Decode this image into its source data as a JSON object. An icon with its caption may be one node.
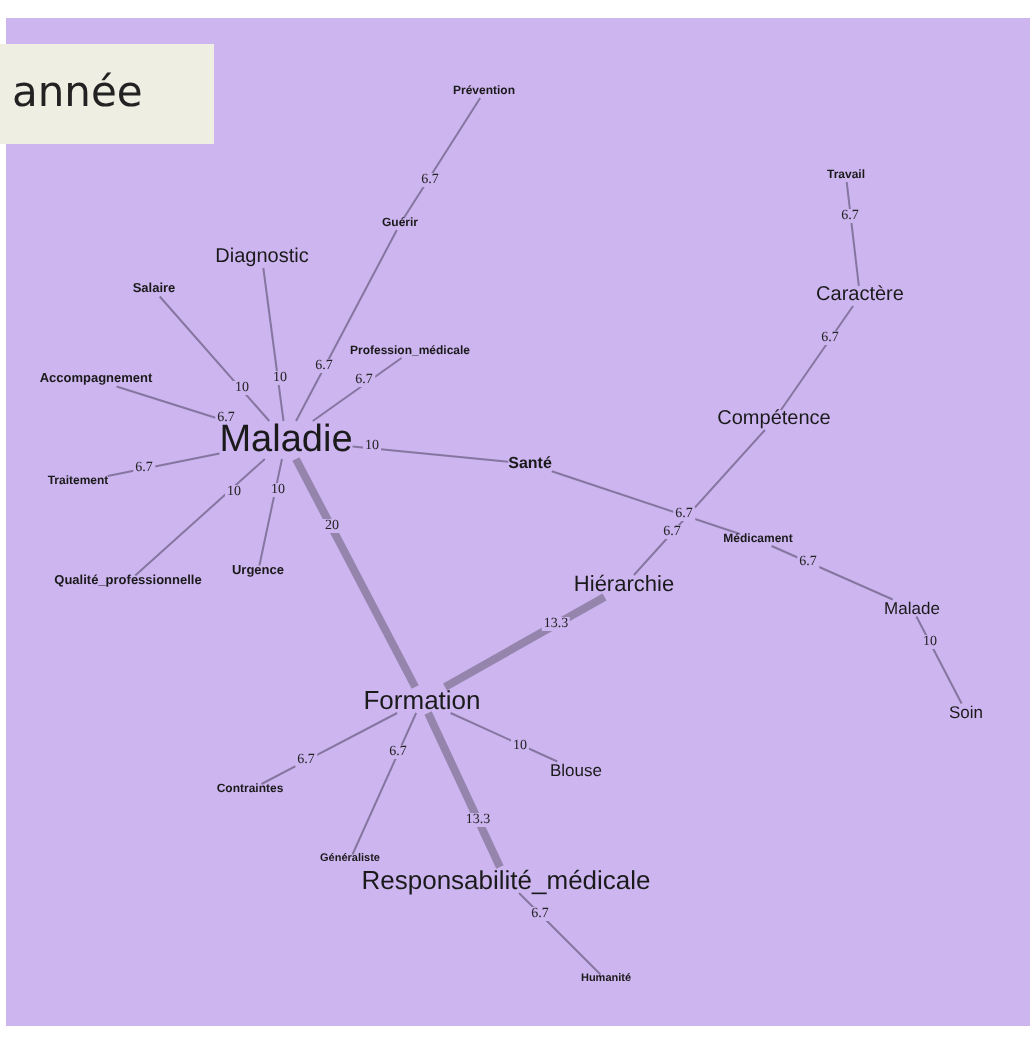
{
  "diagram": {
    "nodes": [
      {
        "text": [
          "Prévention"
        ]
      },
      {
        "text": [
          "Travail"
        ]
      },
      {
        "text": [
          "Guérir"
        ]
      },
      {
        "text": [
          "Diagnostic"
        ]
      },
      {
        "text": [
          "Salaire"
        ]
      },
      {
        "text": [
          "Caractère"
        ]
      },
      {
        "text": [
          "Profession_médicale"
        ]
      },
      {
        "text": [
          "Accompagnement"
        ]
      },
      {
        "text": [
          "Maladie"
        ]
      },
      {
        "text": [
          "Compétence"
        ]
      },
      {
        "text": [
          "Santé"
        ]
      },
      {
        "text": [
          "Traitement"
        ]
      },
      {
        "text": [
          "Médicament"
        ]
      },
      {
        "text": [
          "Urgence"
        ]
      },
      {
        "text": [
          "Qualité_professionnelle"
        ]
      },
      {
        "text": [
          "Hiérarchie"
        ]
      },
      {
        "text": [
          "Malade"
        ]
      },
      {
        "text": [
          "Formation"
        ]
      },
      {
        "text": [
          "Soin"
        ]
      },
      {
        "text": [
          "Blouse"
        ]
      },
      {
        "text": [
          "Contraintes"
        ]
      },
      {
        "text": [
          "Généraliste"
        ]
      },
      {
        "text": [
          "Responsabilité_médicale"
        ]
      },
      {
        "text": [
          "Humanité"
        ]
      }
    ],
    "edges": [
      {
        "from": 8,
        "to": 3,
        "arrow": "none",
        "label": "10"
      },
      {
        "from": 8,
        "to": 4,
        "arrow": "none",
        "label": "10"
      },
      {
        "from": 8,
        "to": 7,
        "arrow": "none",
        "label": "6.7"
      },
      {
        "from": 8,
        "to": 11,
        "arrow": "none",
        "label": "6.7"
      },
      {
        "from": 8,
        "to": 14,
        "arrow": "none",
        "label": "10"
      },
      {
        "from": 8,
        "to": 13,
        "arrow": "none",
        "label": "10"
      },
      {
        "from": 8,
        "to": 2,
        "arrow": "none",
        "label": "6.7"
      },
      {
        "from": 2,
        "to": 0,
        "arrow": "none",
        "label": "6.7"
      },
      {
        "from": 8,
        "to": 6,
        "arrow": "none",
        "label": "6.7"
      },
      {
        "from": 8,
        "to": 10,
        "arrow": "none",
        "label": "10"
      },
      {
        "from": 8,
        "to": 17,
        "arrow": "none",
        "label": "20",
        "style": "thick"
      },
      {
        "from": 10,
        "to": 12,
        "arrow": "none",
        "label": "6.7"
      },
      {
        "from": 12,
        "to": 16,
        "arrow": "none",
        "label": "6.7"
      },
      {
        "from": 16,
        "to": 18,
        "arrow": "none",
        "label": "10"
      },
      {
        "from": 17,
        "to": 15,
        "arrow": "none",
        "label": "13.3",
        "style": "thick"
      },
      {
        "from": 15,
        "to": 9,
        "arrow": "none",
        "label": "6.7"
      },
      {
        "from": 9,
        "to": 5,
        "arrow": "none",
        "label": "6.7"
      },
      {
        "from": 5,
        "to": 1,
        "arrow": "none",
        "label": "6.7"
      },
      {
        "from": 17,
        "to": 19,
        "arrow": "none",
        "label": "10"
      },
      {
        "from": 17,
        "to": 20,
        "arrow": "none",
        "label": "6.7"
      },
      {
        "from": 17,
        "to": 21,
        "arrow": "none",
        "label": "6.7"
      },
      {
        "from": 17,
        "to": 22,
        "arrow": "none",
        "label": "13.3",
        "style": "thick"
      },
      {
        "from": 22,
        "to": 23,
        "arrow": "none",
        "label": "6.7"
      }
    ],
    "labels": [
      "année"
    ]
  }
}
